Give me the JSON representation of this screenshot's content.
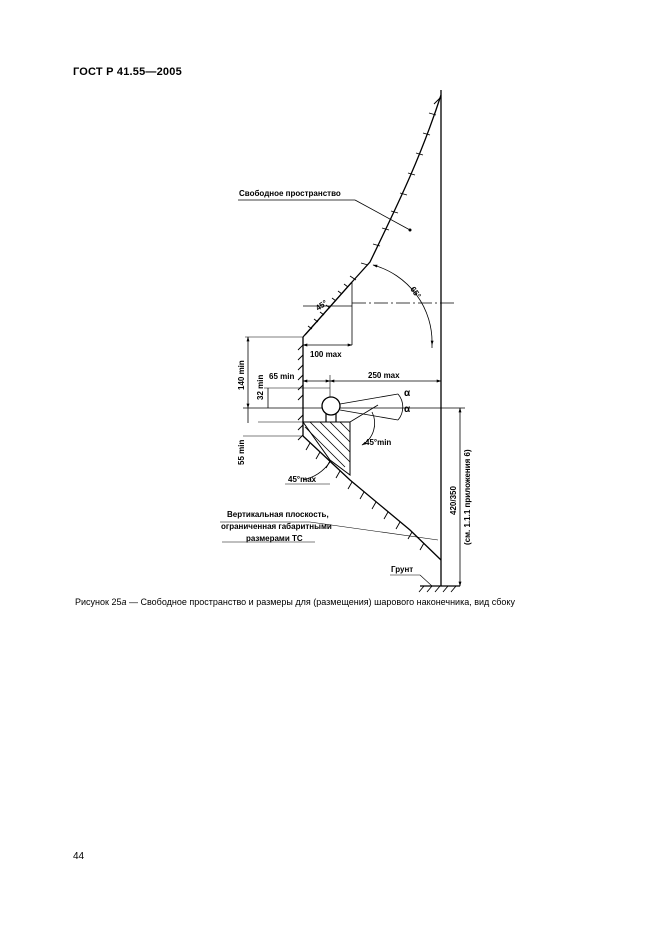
{
  "header": {
    "standard": "ГОСТ Р 41.55—2005"
  },
  "figure": {
    "labels": {
      "free_space": "Свободное пространство",
      "angle_45_top": "45°",
      "angle_65": "65°",
      "dim_100": "100 max",
      "dim_140": "140 min",
      "dim_65": "65 min",
      "dim_32": "32 min",
      "dim_250": "250 max",
      "alpha_1": "α",
      "alpha_2": "α",
      "dim_55": "55 min",
      "angle_45_min": "45°min",
      "angle_45_max": "45°max",
      "vertical_plane_1": "Вертикальная плоскость,",
      "vertical_plane_2": "ограниченная габаритными",
      "vertical_plane_3": "размерами ТС",
      "ground": "Грунт",
      "height": "420/350",
      "height_ref": "(см. 1.1.1 приложения 6)"
    }
  },
  "caption": {
    "prefix": "Рисунок 25",
    "letter": "а",
    "text": " — Свободное пространство и размеры для (размещения) шарового наконечника, вид сбоку"
  },
  "page": {
    "number": "44"
  }
}
